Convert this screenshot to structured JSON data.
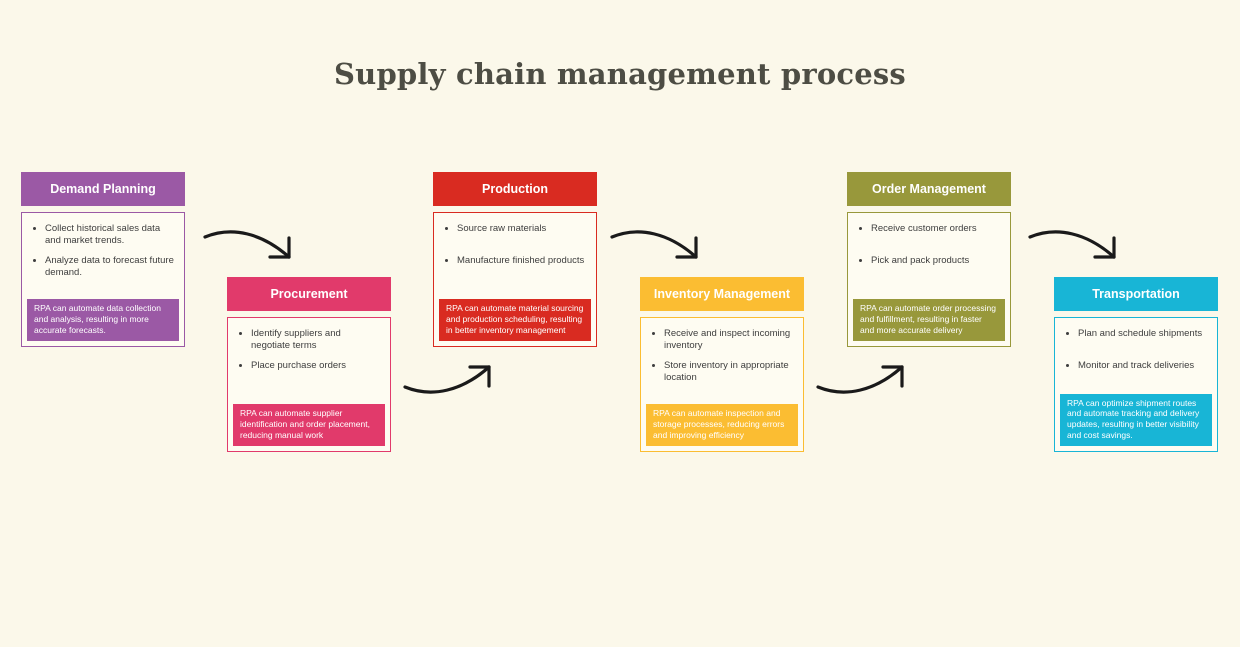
{
  "title": "Supply chain management process",
  "background_color": "#fbf8ea",
  "arrow_color": "#1a1a1a",
  "stages": [
    {
      "id": "demand-planning",
      "title": "Demand Planning",
      "color": "#9b59a5",
      "bullets": [
        "Collect historical sales data and market trends.",
        "Analyze data to forecast future demand."
      ],
      "rpa": "RPA can automate data collection and analysis, resulting in more accurate forecasts."
    },
    {
      "id": "procurement",
      "title": "Procurement",
      "color": "#e13a6b",
      "bullets": [
        "Identify suppliers and negotiate terms",
        "Place purchase orders"
      ],
      "rpa": "RPA can automate supplier identification and order placement, reducing manual work"
    },
    {
      "id": "production",
      "title": "Production",
      "color": "#d92b21",
      "bullets": [
        "Source raw materials",
        "Manufacture finished products"
      ],
      "rpa": "RPA can automate material sourcing and production scheduling, resulting in better inventory management"
    },
    {
      "id": "inventory-management",
      "title": "Inventory Management",
      "color": "#fbbd32",
      "bullets": [
        "Receive and inspect incoming inventory",
        "Store inventory in appropriate location"
      ],
      "rpa": "RPA can automate inspection and storage processes, reducing errors and improving efficiency"
    },
    {
      "id": "order-management",
      "title": "Order Management",
      "color": "#98983b",
      "bullets": [
        "Receive customer orders",
        "Pick and pack products"
      ],
      "rpa": "RPA can automate order processing and fulfillment, resulting in faster and more accurate delivery"
    },
    {
      "id": "transportation",
      "title": "Transportation",
      "color": "#18b5d6",
      "bullets": [
        "Plan and schedule shipments",
        "Monitor and track deliveries"
      ],
      "rpa": "RPA can optimize shipment routes and automate tracking and delivery updates, resulting in better visibility and cost savings."
    }
  ],
  "arrows": [
    {
      "from": "Demand Planning",
      "to": "Procurement",
      "curve": "down"
    },
    {
      "from": "Procurement",
      "to": "Production",
      "curve": "up"
    },
    {
      "from": "Production",
      "to": "Inventory Management",
      "curve": "down"
    },
    {
      "from": "Inventory Management",
      "to": "Order Management",
      "curve": "up"
    },
    {
      "from": "Order Management",
      "to": "Transportation",
      "curve": "down"
    }
  ]
}
